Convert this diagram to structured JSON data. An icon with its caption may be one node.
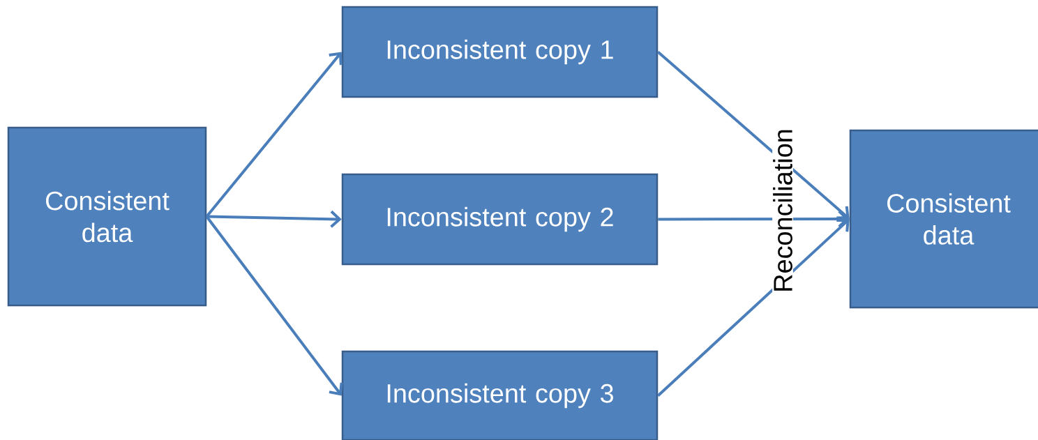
{
  "diagram": {
    "nodes": [
      {
        "text": [
          "Consistent data"
        ]
      },
      {
        "text": [
          "Inconsistent copy 1"
        ]
      },
      {
        "text": [
          "Inconsistent copy 2"
        ]
      },
      {
        "text": [
          "Inconsistent copy 3"
        ]
      },
      {
        "text": [
          "Consistent data"
        ]
      }
    ],
    "edges": [
      {
        "from": 0,
        "to": 1,
        "arrow": "to"
      },
      {
        "from": 0,
        "to": 2,
        "arrow": "to"
      },
      {
        "from": 0,
        "to": 3,
        "arrow": "to"
      },
      {
        "from": 1,
        "to": 4,
        "arrow": "to"
      },
      {
        "from": 2,
        "to": 4,
        "arrow": "to",
        "label": "Reconciliation"
      },
      {
        "from": 3,
        "to": 4,
        "arrow": "to"
      }
    ]
  }
}
